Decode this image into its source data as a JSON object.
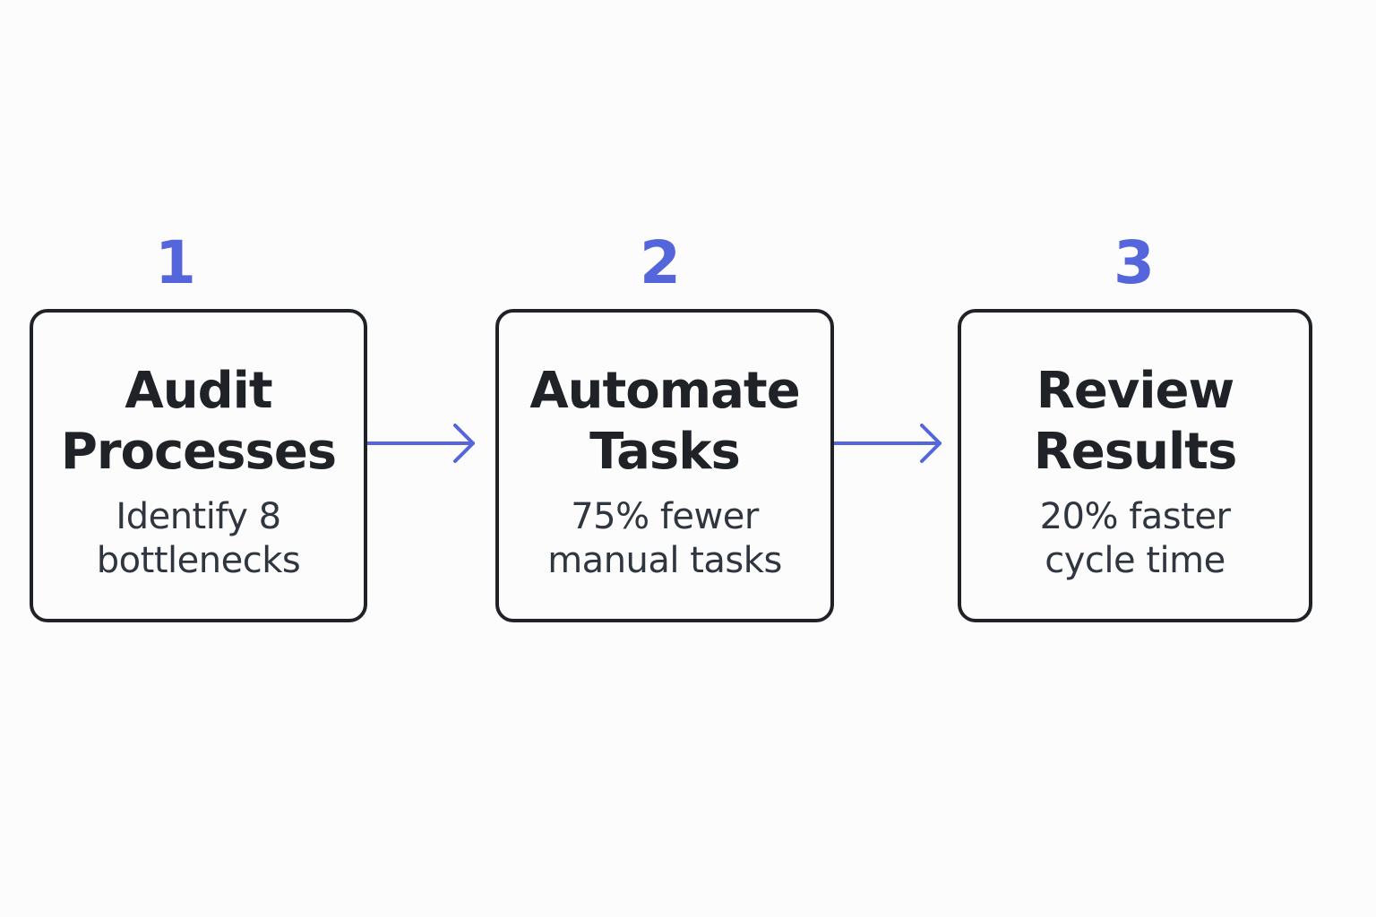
{
  "steps": [
    {
      "number": "1",
      "title_lines": [
        "Audit",
        "Processes"
      ],
      "description_lines": [
        "Identify 8",
        "bottlenecks"
      ]
    },
    {
      "number": "2",
      "title_lines": [
        "Automate",
        "Tasks"
      ],
      "description_lines": [
        "75% fewer",
        "manual tasks"
      ]
    },
    {
      "number": "3",
      "title_lines": [
        "Review",
        "Results"
      ],
      "description_lines": [
        "20% faster",
        "cycle time"
      ]
    }
  ],
  "colors": {
    "accent": "#5566dd",
    "box_border": "#1f2328",
    "title_text": "#1f2328",
    "description_text": "#2f3640",
    "background": "#fcfcfc"
  }
}
